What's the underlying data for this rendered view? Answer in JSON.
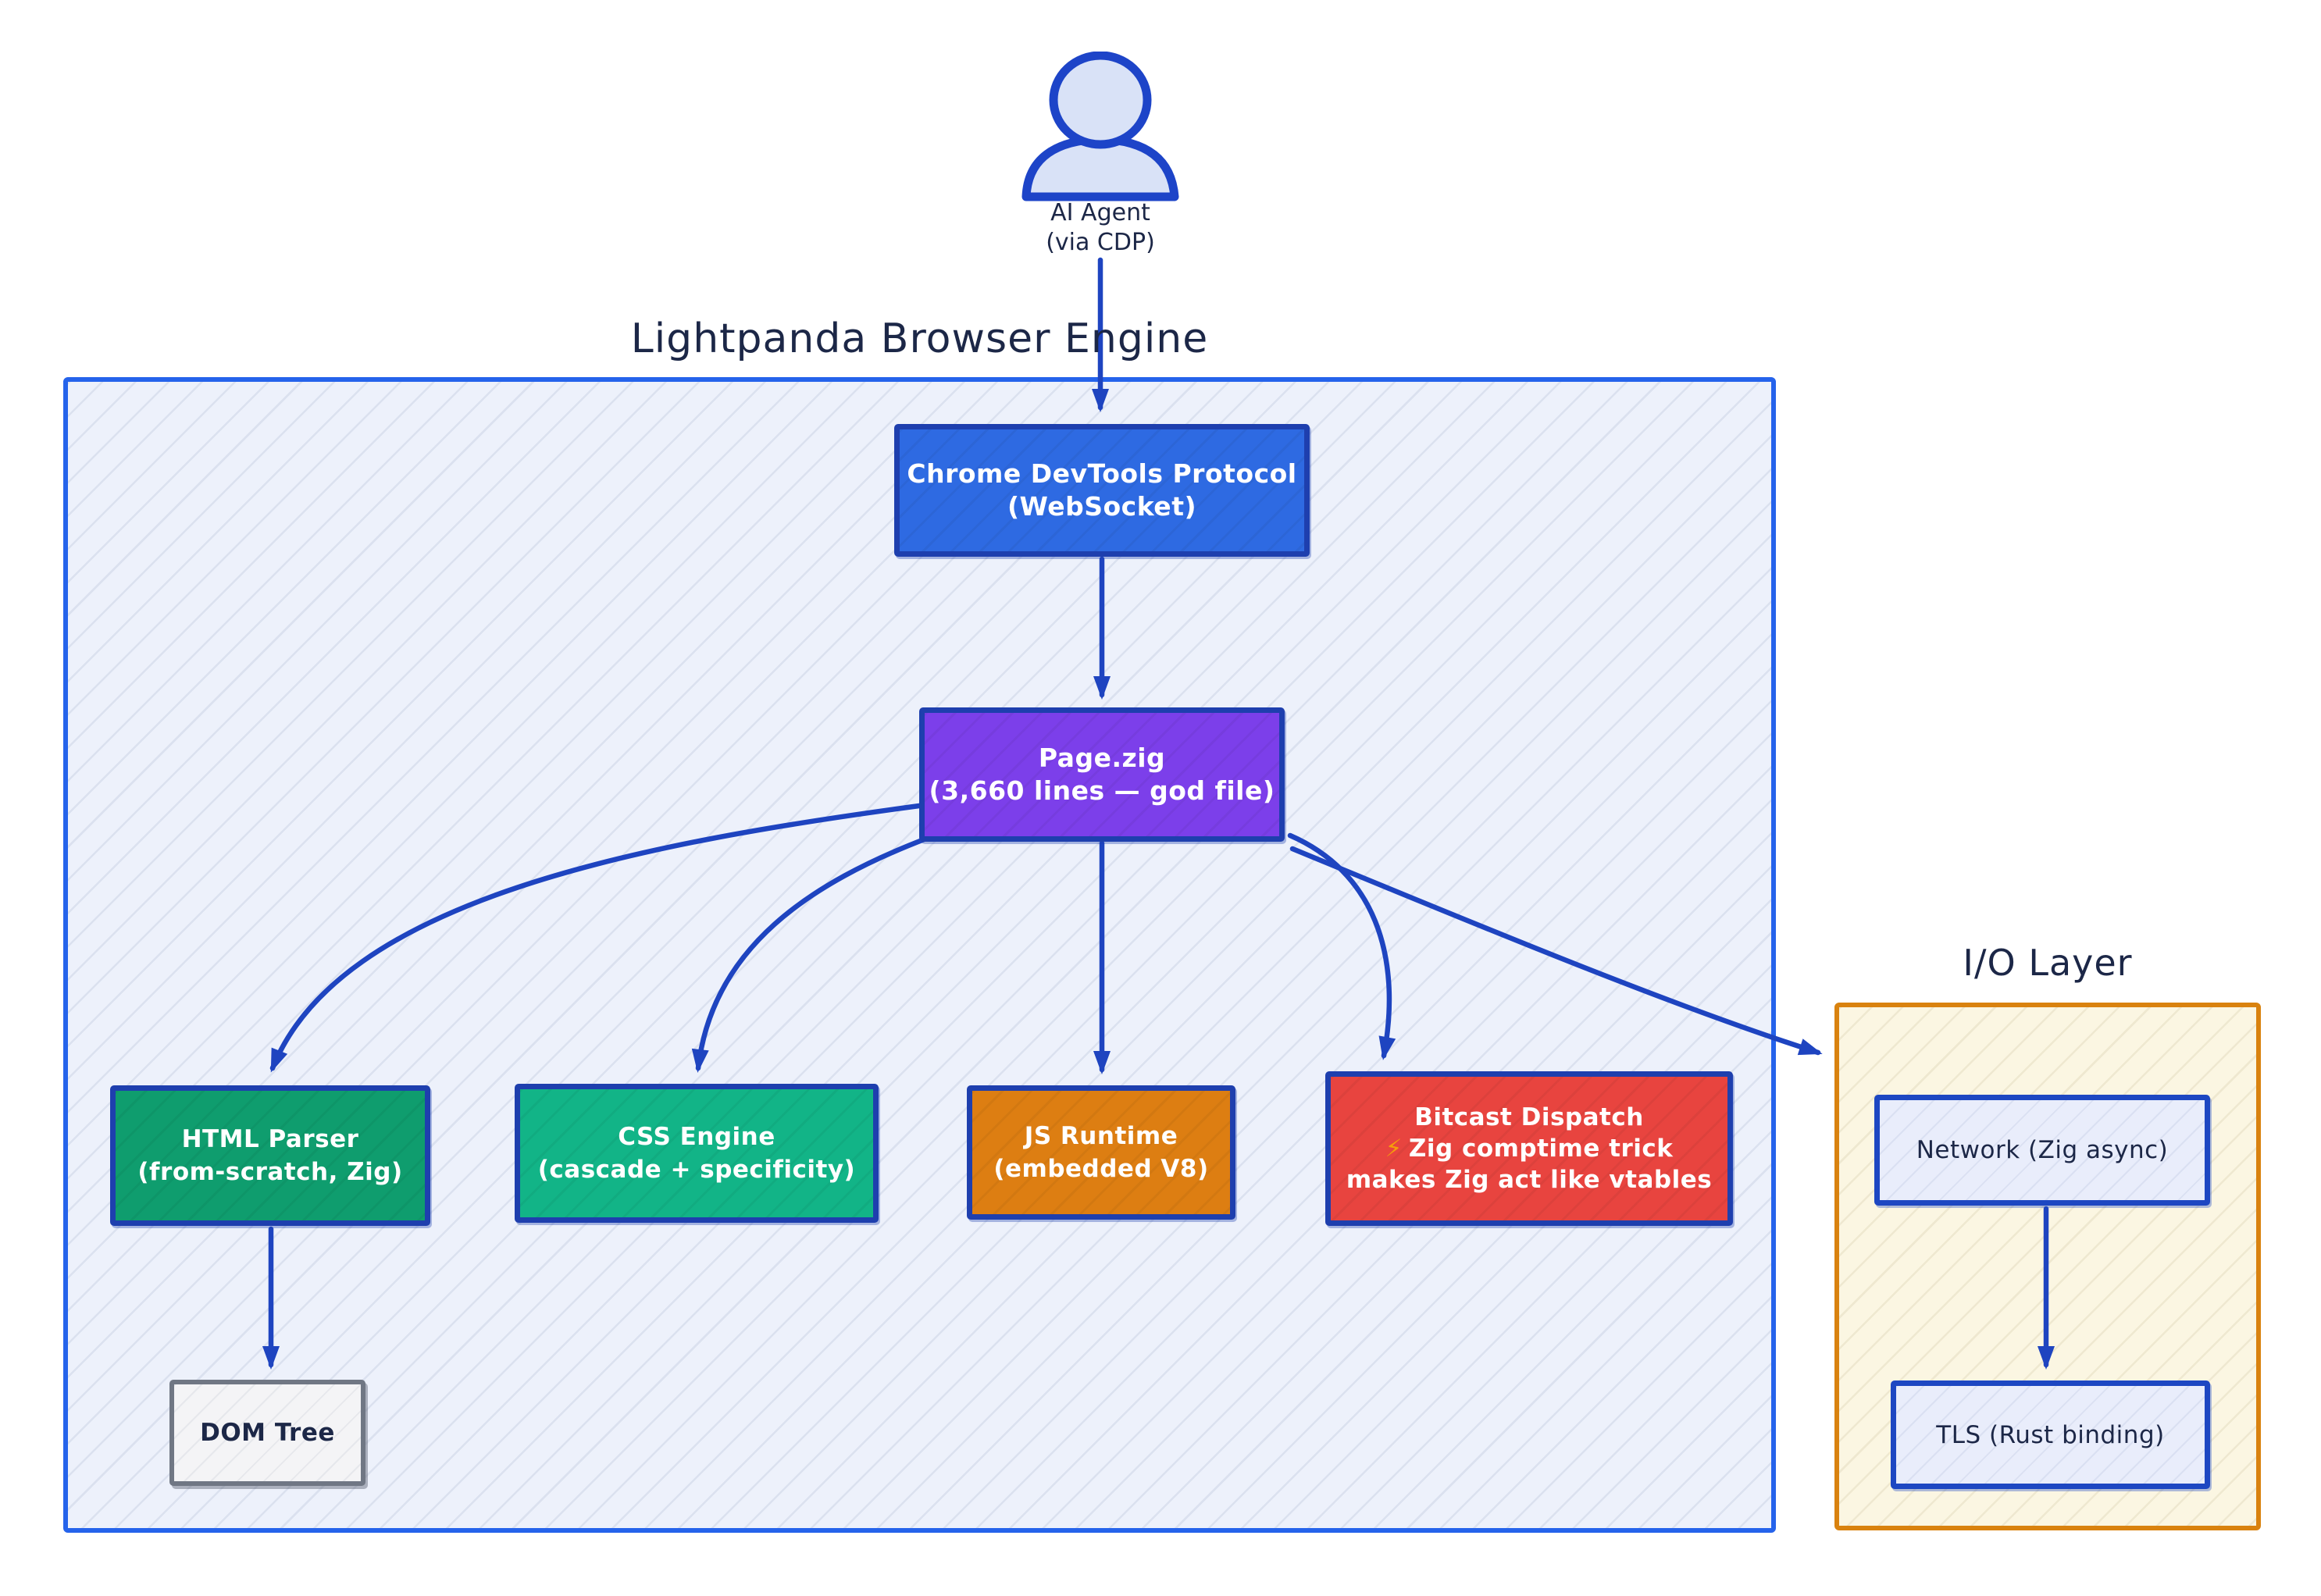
{
  "agent": {
    "line1": "AI Agent",
    "line2": "(via CDP)"
  },
  "engine": {
    "title": "Lightpanda Browser Engine"
  },
  "io": {
    "title": "I/O Layer"
  },
  "nodes": {
    "cdp": {
      "line1": "Chrome DevTools Protocol",
      "line2": "(WebSocket)",
      "fill": "#2e6ae2"
    },
    "pagezig": {
      "line1": "Page.zig",
      "line2": "(3,660 lines — god file)",
      "fill": "#7c3fea"
    },
    "html_parser": {
      "line1": "HTML Parser",
      "line2": "(from-scratch, Zig)",
      "fill": "#0f9d6e"
    },
    "css_engine": {
      "line1": "CSS Engine",
      "line2": "(cascade + specificity)",
      "fill": "#12b487"
    },
    "js_runtime": {
      "line1": "JS Runtime",
      "line2": "(embedded V8)",
      "fill": "#dd7e12"
    },
    "bitcast": {
      "line1": "Bitcast Dispatch",
      "bolt": "⚡",
      "line2": "Zig comptime trick",
      "line3": "makes Zig act like vtables",
      "fill": "#e8443f"
    },
    "dom_tree": {
      "line1": "DOM Tree",
      "fill": "#f4f4f6"
    },
    "network": {
      "line1": "Network (Zig async)",
      "fill": "#e9edfb"
    },
    "tls": {
      "line1": "TLS (Rust binding)",
      "fill": "#e9edfb"
    }
  },
  "edges": [
    {
      "from": "ai-agent",
      "to": "chrome-devtools-protocol"
    },
    {
      "from": "chrome-devtools-protocol",
      "to": "page-zig"
    },
    {
      "from": "page-zig",
      "to": "html-parser"
    },
    {
      "from": "page-zig",
      "to": "css-engine"
    },
    {
      "from": "page-zig",
      "to": "js-runtime"
    },
    {
      "from": "page-zig",
      "to": "bitcast-dispatch"
    },
    {
      "from": "page-zig",
      "to": "io-layer"
    },
    {
      "from": "html-parser",
      "to": "dom-tree"
    },
    {
      "from": "network",
      "to": "tls"
    }
  ],
  "colors": {
    "arrow": "#1e44c0",
    "engine_border": "#2563eb",
    "engine_fill": "#edf1fb",
    "io_border": "#d9820f",
    "io_fill": "#fbf6e2",
    "node_border": "#1e3fae",
    "text_ink": "#1c2747",
    "bolt": "#f59e0b"
  }
}
